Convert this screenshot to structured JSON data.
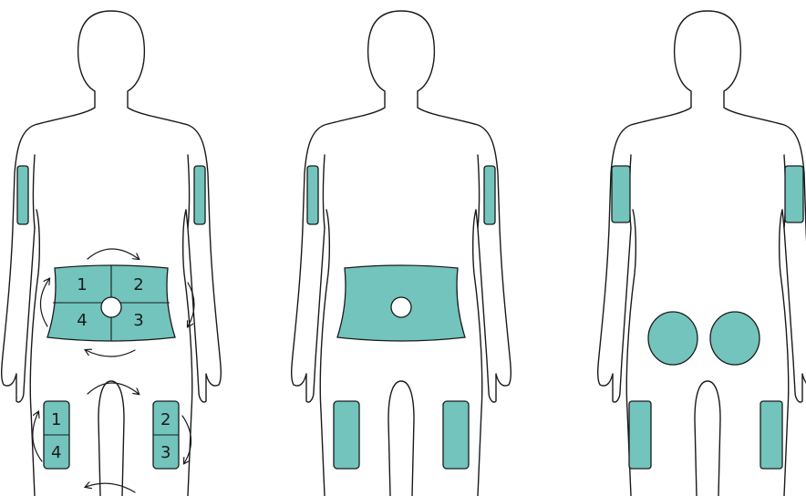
{
  "colors": {
    "zone_fill": "#72c4bd",
    "outline": "#1a1a1a",
    "background": "#ffffff"
  },
  "figure_front_numbered": {
    "abdomen_quadrants": [
      "1",
      "2",
      "3",
      "4"
    ],
    "left_thigh_sections": [
      "1",
      "4"
    ],
    "right_thigh_sections": [
      "2",
      "3"
    ]
  },
  "icons": [
    "rotation-arrow-icon",
    "navel-icon"
  ]
}
